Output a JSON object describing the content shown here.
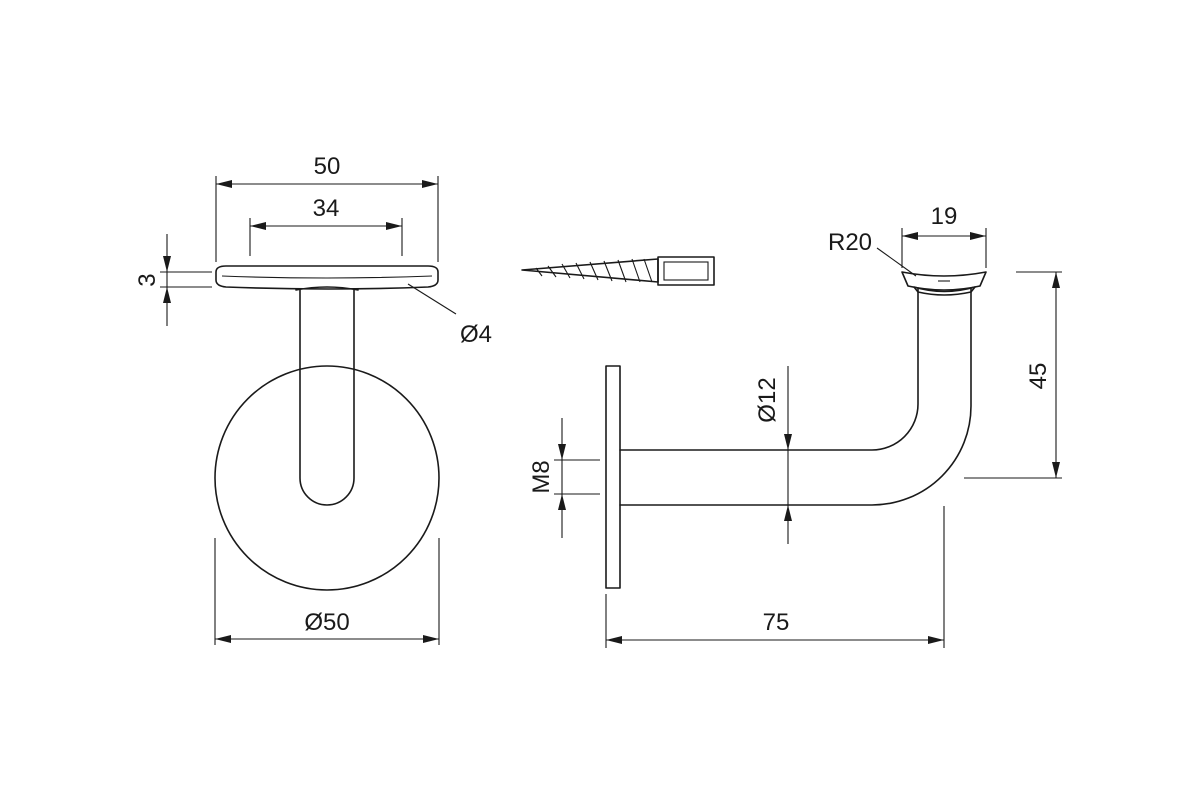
{
  "dimensions": {
    "front_plate_width": "50",
    "front_pad_width": "34",
    "plate_thickness": "3",
    "screw_hole": "Ø4",
    "base_diameter": "Ø50",
    "saddle_radius": "R20",
    "saddle_width": "19",
    "tube_diameter": "Ø12",
    "thread": "M8",
    "height": "45",
    "projection": "75"
  }
}
